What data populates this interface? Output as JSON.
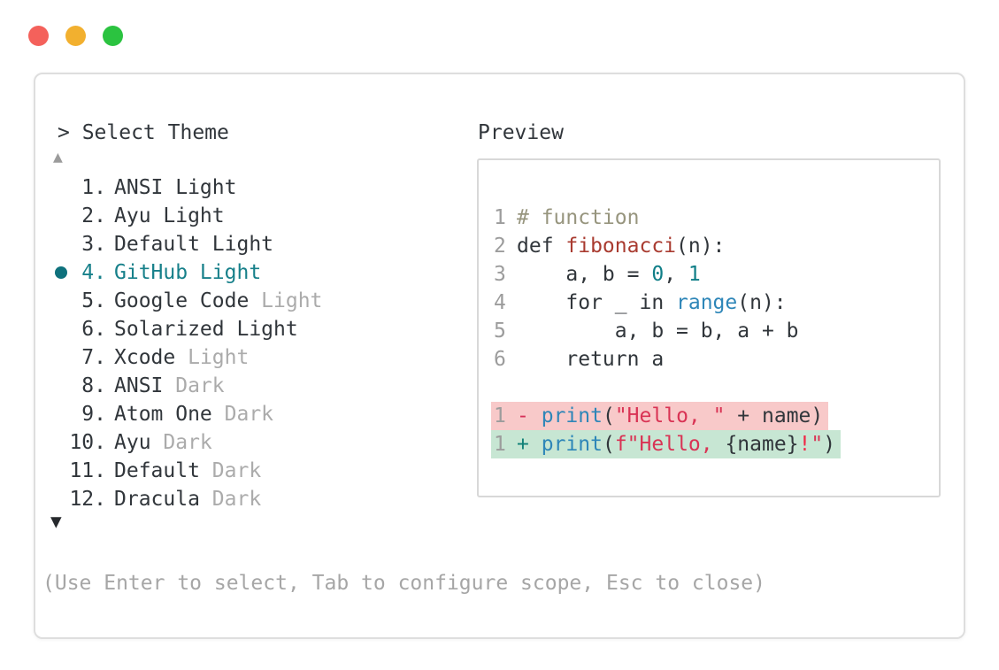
{
  "window": {
    "controls": [
      {
        "name": "close",
        "color_key": "light_red"
      },
      {
        "name": "minimize",
        "color_key": "light_yellow"
      },
      {
        "name": "maximize",
        "color_key": "light_green"
      }
    ]
  },
  "picker": {
    "title": "> Select Theme",
    "scroll_up_symbol": "▲",
    "scroll_down_symbol": "▼",
    "items": [
      {
        "num": "1.",
        "selected": false,
        "parts": [
          [
            "t",
            "ANSI Light"
          ]
        ]
      },
      {
        "num": "2.",
        "selected": false,
        "parts": [
          [
            "t",
            "Ayu Light"
          ]
        ]
      },
      {
        "num": "3.",
        "selected": false,
        "parts": [
          [
            "t",
            "Default Light"
          ]
        ]
      },
      {
        "num": "4.",
        "selected": true,
        "parts": [
          [
            "sel",
            "GitHub Light"
          ]
        ]
      },
      {
        "num": "5.",
        "selected": false,
        "parts": [
          [
            "t",
            "Google Code "
          ],
          [
            "mut",
            "Light"
          ]
        ]
      },
      {
        "num": "6.",
        "selected": false,
        "parts": [
          [
            "t",
            "Solarized Light"
          ]
        ]
      },
      {
        "num": "7.",
        "selected": false,
        "parts": [
          [
            "t",
            "Xcode "
          ],
          [
            "mut",
            "Light"
          ]
        ]
      },
      {
        "num": "8.",
        "selected": false,
        "parts": [
          [
            "t",
            "ANSI "
          ],
          [
            "mut",
            "Dark"
          ]
        ]
      },
      {
        "num": "9.",
        "selected": false,
        "parts": [
          [
            "t",
            "Atom One "
          ],
          [
            "mut",
            "Dark"
          ]
        ]
      },
      {
        "num": "10.",
        "selected": false,
        "parts": [
          [
            "t",
            "Ayu "
          ],
          [
            "mut",
            "Dark"
          ]
        ]
      },
      {
        "num": "11.",
        "selected": false,
        "parts": [
          [
            "t",
            "Default "
          ],
          [
            "mut",
            "Dark"
          ]
        ]
      },
      {
        "num": "12.",
        "selected": false,
        "parts": [
          [
            "t",
            "Dracula "
          ],
          [
            "mut",
            "Dark"
          ]
        ]
      }
    ],
    "help": "(Use Enter to select, Tab to configure scope, Esc to close)"
  },
  "preview": {
    "label": "Preview",
    "code_lines": [
      {
        "ln": "1",
        "tokens": [
          [
            "cm",
            "# function"
          ]
        ]
      },
      {
        "ln": "2",
        "tokens": [
          [
            "t",
            "def "
          ],
          [
            "fn",
            "fibonacci"
          ],
          [
            "t",
            "(n):"
          ]
        ]
      },
      {
        "ln": "3",
        "tokens": [
          [
            "t",
            "    a, b = "
          ],
          [
            "num",
            "0"
          ],
          [
            "t",
            ", "
          ],
          [
            "num",
            "1"
          ]
        ]
      },
      {
        "ln": "4",
        "tokens": [
          [
            "t",
            "    for _ in "
          ],
          [
            "call",
            "range"
          ],
          [
            "t",
            "(n):"
          ]
        ]
      },
      {
        "ln": "5",
        "tokens": [
          [
            "t",
            "        a, b = b, a + b"
          ]
        ]
      },
      {
        "ln": "6",
        "tokens": [
          [
            "t",
            "    return a"
          ]
        ]
      },
      {
        "blank": true
      },
      {
        "ln": "1",
        "bg": "del",
        "tokens": [
          [
            "del",
            "-"
          ],
          [
            "t",
            " "
          ],
          [
            "call",
            "print"
          ],
          [
            "t",
            "("
          ],
          [
            "str",
            "\"Hello, \""
          ],
          [
            "t",
            " + name)"
          ]
        ]
      },
      {
        "ln": "1",
        "bg": "add",
        "tokens": [
          [
            "add",
            "+"
          ],
          [
            "t",
            " "
          ],
          [
            "call",
            "print"
          ],
          [
            "t",
            "("
          ],
          [
            "str",
            "f\"Hello, "
          ],
          [
            "t",
            "{name}"
          ],
          [
            "bang",
            "!"
          ],
          [
            "str",
            "\""
          ],
          [
            "t",
            ")"
          ]
        ]
      }
    ]
  },
  "colors": {
    "accent": "#17808a",
    "bullet": "#0e717c",
    "text": "#31363b",
    "muted": "#ababab",
    "help": "#a6a6a6",
    "arrow_up": "#9b9b9b",
    "arrow_down": "#26292d",
    "panel_border": "#dedede",
    "preview_border": "#d8d8d8",
    "line_number": "#9c9c9c",
    "comment": "#97957e",
    "function_name": "#a93b30",
    "number": "#0f7e87",
    "call": "#2e86b8",
    "string": "#d93354",
    "del_sign": "#d63159",
    "add_sign": "#108077",
    "exclaim": "#f02846",
    "del_bg": "#f8c9c9",
    "add_bg": "#c7e6d3",
    "light_red": "#f4615b",
    "light_yellow": "#f2b02f",
    "light_green": "#2bc340"
  }
}
